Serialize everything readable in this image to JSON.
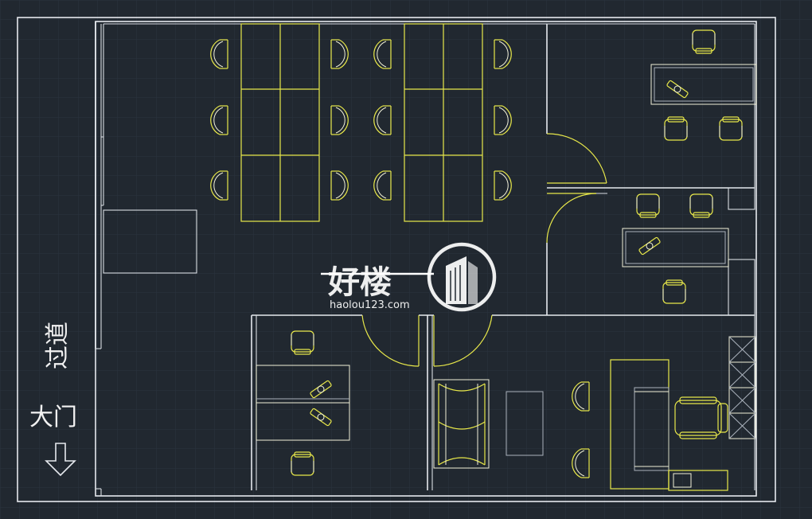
{
  "labels": {
    "corridor": "过道",
    "main_door": "大门"
  },
  "watermark": {
    "brand": "好楼",
    "url": "haolou123.com"
  },
  "icons": {
    "entrance": "down-arrow-icon",
    "logo": "building-icon"
  },
  "colors": {
    "background": "#212830",
    "grid": "#2c3440",
    "wall": "#e6e9ee",
    "furniture": "#e8e84a"
  }
}
